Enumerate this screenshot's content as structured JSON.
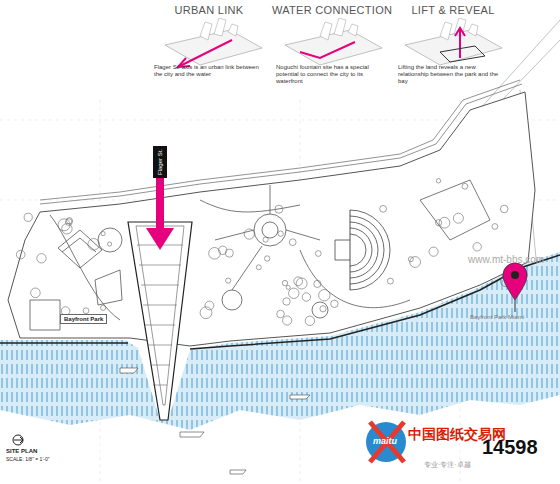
{
  "diagram": {
    "nodes": [
      {
        "text": [
          "URBAN LINK",
          "Flager St. axis is an urban link between the city and the water"
        ]
      },
      {
        "text": [
          "WATER CONNECTION",
          "Noguchi fountain site has a special potential to connect the city to its waterfront"
        ]
      },
      {
        "text": [
          "LIFT & REVEAL",
          "Lifting the land reveals a new relationship between the park and the bay"
        ]
      },
      {
        "text": [
          "Flager St."
        ]
      },
      {
        "text": [
          "Bayfront Park"
        ]
      }
    ],
    "labels": [
      "SITE PLAN",
      "SCALE: 1/8\" = 1'-0\"",
      "www.mt-bbs.com",
      "中国图纸交易网",
      "maitu",
      "14598",
      "专业·专注·卓越",
      "Bayfront Park Miami"
    ]
  }
}
